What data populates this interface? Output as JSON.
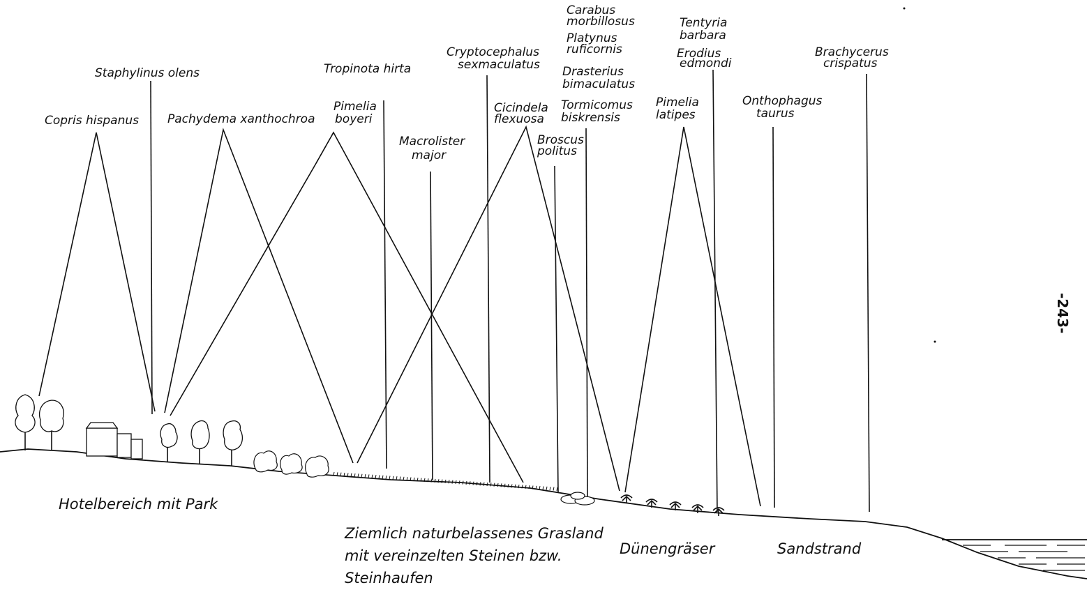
{
  "page_number": "-243-",
  "species": [
    {
      "id": "copris",
      "lines": [
        "Copris hispanus"
      ]
    },
    {
      "id": "staphylinus",
      "lines": [
        "Staphylinus olens"
      ]
    },
    {
      "id": "pachydema",
      "lines": [
        "Pachydema xanthochroa"
      ]
    },
    {
      "id": "pimelia-boyeri",
      "lines": [
        "Pimelia",
        "boyeri"
      ]
    },
    {
      "id": "tropinota",
      "lines": [
        "Tropinota hirta"
      ]
    },
    {
      "id": "macrolister",
      "lines": [
        "Macrolister",
        "major"
      ]
    },
    {
      "id": "cryptocephalus",
      "lines": [
        "Cryptocephalus",
        "sexmaculatus"
      ]
    },
    {
      "id": "cicindela",
      "lines": [
        "Cicindela",
        "flexuosa"
      ]
    },
    {
      "id": "broscus",
      "lines": [
        "Broscus",
        "politus"
      ]
    },
    {
      "id": "carabus",
      "lines": [
        "Carabus",
        "morbillosus"
      ]
    },
    {
      "id": "platynus",
      "lines": [
        "Platynus",
        "ruficornis"
      ]
    },
    {
      "id": "drasterius",
      "lines": [
        "Drasterius",
        "bimaculatus"
      ]
    },
    {
      "id": "tormicomus",
      "lines": [
        "Tormicomus",
        "biskrensis"
      ]
    },
    {
      "id": "tentyria",
      "lines": [
        "Tentyria",
        "barbara"
      ]
    },
    {
      "id": "erodius",
      "lines": [
        "Erodius",
        "edmondi"
      ]
    },
    {
      "id": "pimelia-latipes",
      "lines": [
        "Pimelia",
        "latipes"
      ]
    },
    {
      "id": "onthophagus",
      "lines": [
        "Onthophagus",
        "taurus"
      ]
    },
    {
      "id": "brachycerus",
      "lines": [
        "Brachycerus",
        "crispatus"
      ]
    }
  ],
  "habitats": [
    {
      "id": "hotel",
      "lines": [
        "Hotelbereich  mit  Park"
      ]
    },
    {
      "id": "grasland",
      "lines": [
        "Ziemlich naturbelassenes Grasland",
        "mit vereinzelten Steinen bzw.",
        "Steinhaufen"
      ]
    },
    {
      "id": "duenen",
      "lines": [
        "Dünengräser"
      ]
    },
    {
      "id": "sandstrand",
      "lines": [
        "Sandstrand"
      ]
    }
  ]
}
